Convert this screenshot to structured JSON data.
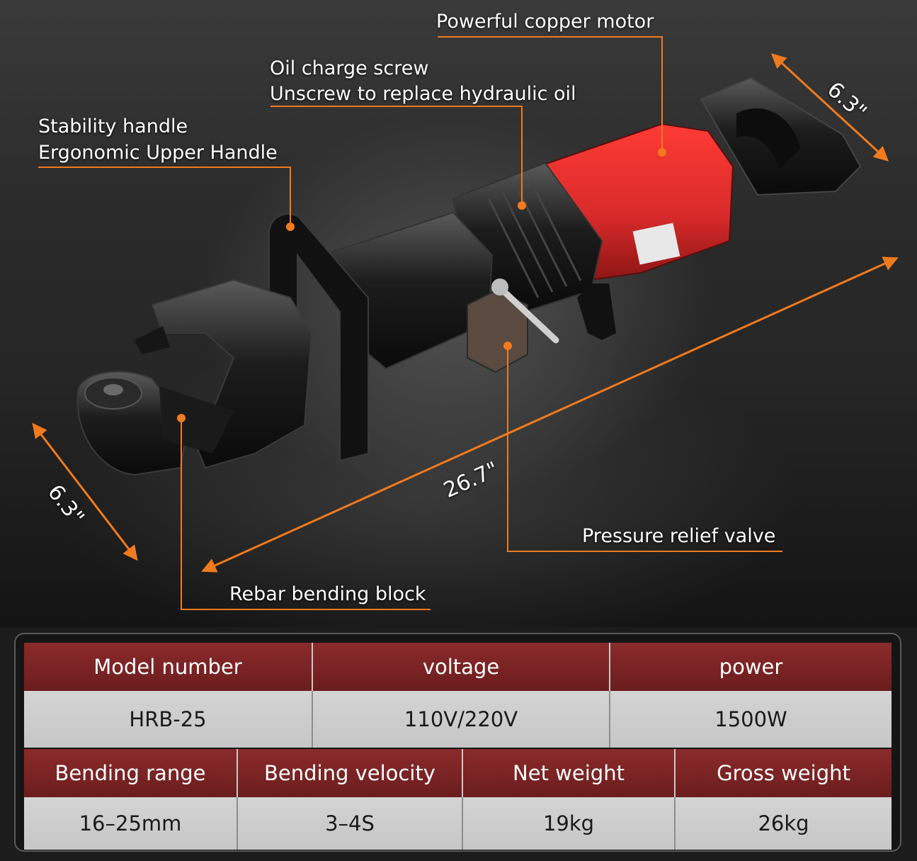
{
  "callouts": {
    "motor": "Powerful copper motor",
    "oil_line1": "Oil charge screw",
    "oil_line2": "Unscrew to replace hydraulic oil",
    "handle_line1": "Stability handle",
    "handle_line2": "Ergonomic Upper Handle",
    "valve": "Pressure relief valve",
    "block": "Rebar bending block"
  },
  "dimensions": {
    "length": "26.7\"",
    "width_left": "6.3\"",
    "width_right": "6.3\""
  },
  "specs": {
    "row_a": {
      "headers": [
        "Model number",
        "voltage",
        "power"
      ],
      "values": [
        "HRB-25",
        "110V/220V",
        "1500W"
      ]
    },
    "row_b": {
      "headers": [
        "Bending range",
        "Bending velocity",
        "Net weight",
        "Gross weight"
      ],
      "values": [
        "16–25mm",
        "3–4S",
        "19kg",
        "26kg"
      ]
    }
  },
  "colors": {
    "accent": "#f07a1e",
    "header_red": "#7a2324",
    "tool_red": "#d62a2a"
  }
}
